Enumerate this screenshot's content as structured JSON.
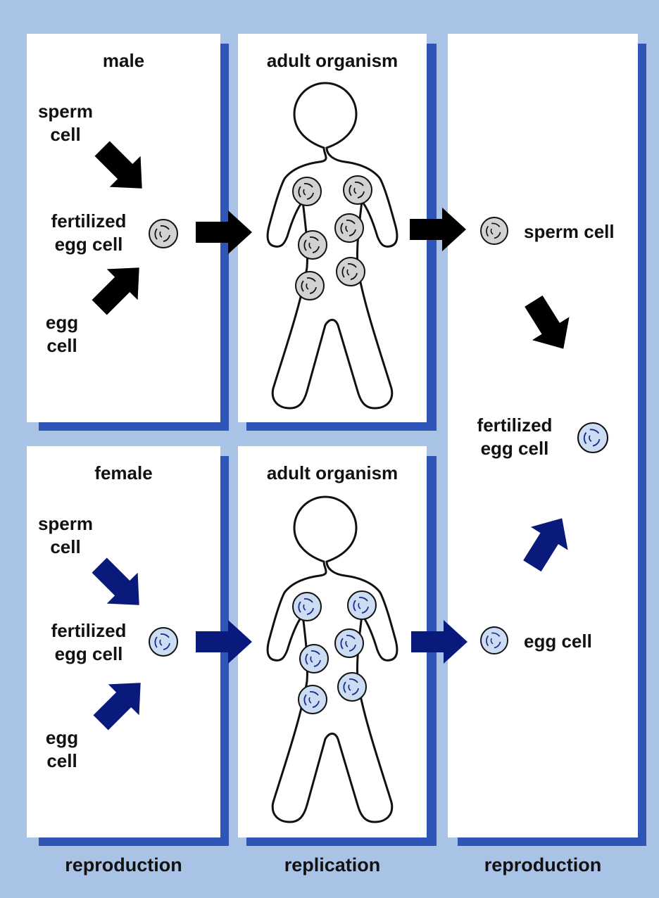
{
  "colors": {
    "background": "#a9c3e6",
    "panel": "#ffffff",
    "panel_shadow": "#2f55b8",
    "male_arrow": "#000000",
    "female_arrow": "#0a1a7c",
    "male_cell": "#d2d2d2",
    "female_cell": "#ccdcf2"
  },
  "icons": [
    "cell-icon",
    "arrow-icon",
    "human-silhouette-icon"
  ],
  "panels": {
    "male": {
      "title": "male",
      "sperm_label_1": "sperm",
      "sperm_label_2": "cell",
      "fertilized_label_1": "fertilized",
      "fertilized_label_2": "egg cell",
      "egg_label_1": "egg",
      "egg_label_2": "cell"
    },
    "female": {
      "title": "female",
      "sperm_label_1": "sperm",
      "sperm_label_2": "cell",
      "fertilized_label_1": "fertilized",
      "fertilized_label_2": "egg cell",
      "egg_label_1": "egg",
      "egg_label_2": "cell"
    },
    "adult_top": {
      "title": "adult organism"
    },
    "adult_bottom": {
      "title": "adult organism"
    },
    "right": {
      "sperm_cell": "sperm cell",
      "fertilized_label_1": "fertilized",
      "fertilized_label_2": "egg cell",
      "egg_cell": "egg cell"
    }
  },
  "footer": {
    "left": "reproduction",
    "middle": "replication",
    "right": "reproduction"
  }
}
